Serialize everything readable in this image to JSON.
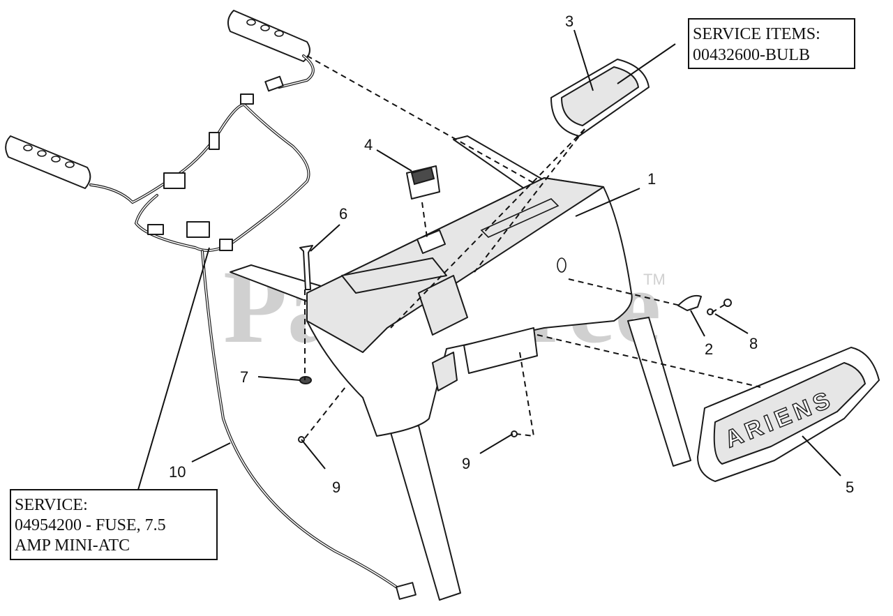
{
  "watermark": {
    "text": "PartsTree",
    "tm": "TM"
  },
  "callouts": {
    "c1": "1",
    "c2": "2",
    "c3": "3",
    "c4": "4",
    "c5": "5",
    "c6": "6",
    "c7": "7",
    "c8": "8",
    "c9a": "9",
    "c9b": "9",
    "c10": "10"
  },
  "service_box_top": {
    "line1": "SERVICE ITEMS:",
    "line2": "00432600-BULB"
  },
  "service_box_bottom": {
    "line1": "SERVICE:",
    "line2": "04954200 - FUSE, 7.5",
    "line3": "AMP MINI-ATC"
  },
  "logo_text": "ARIENS"
}
